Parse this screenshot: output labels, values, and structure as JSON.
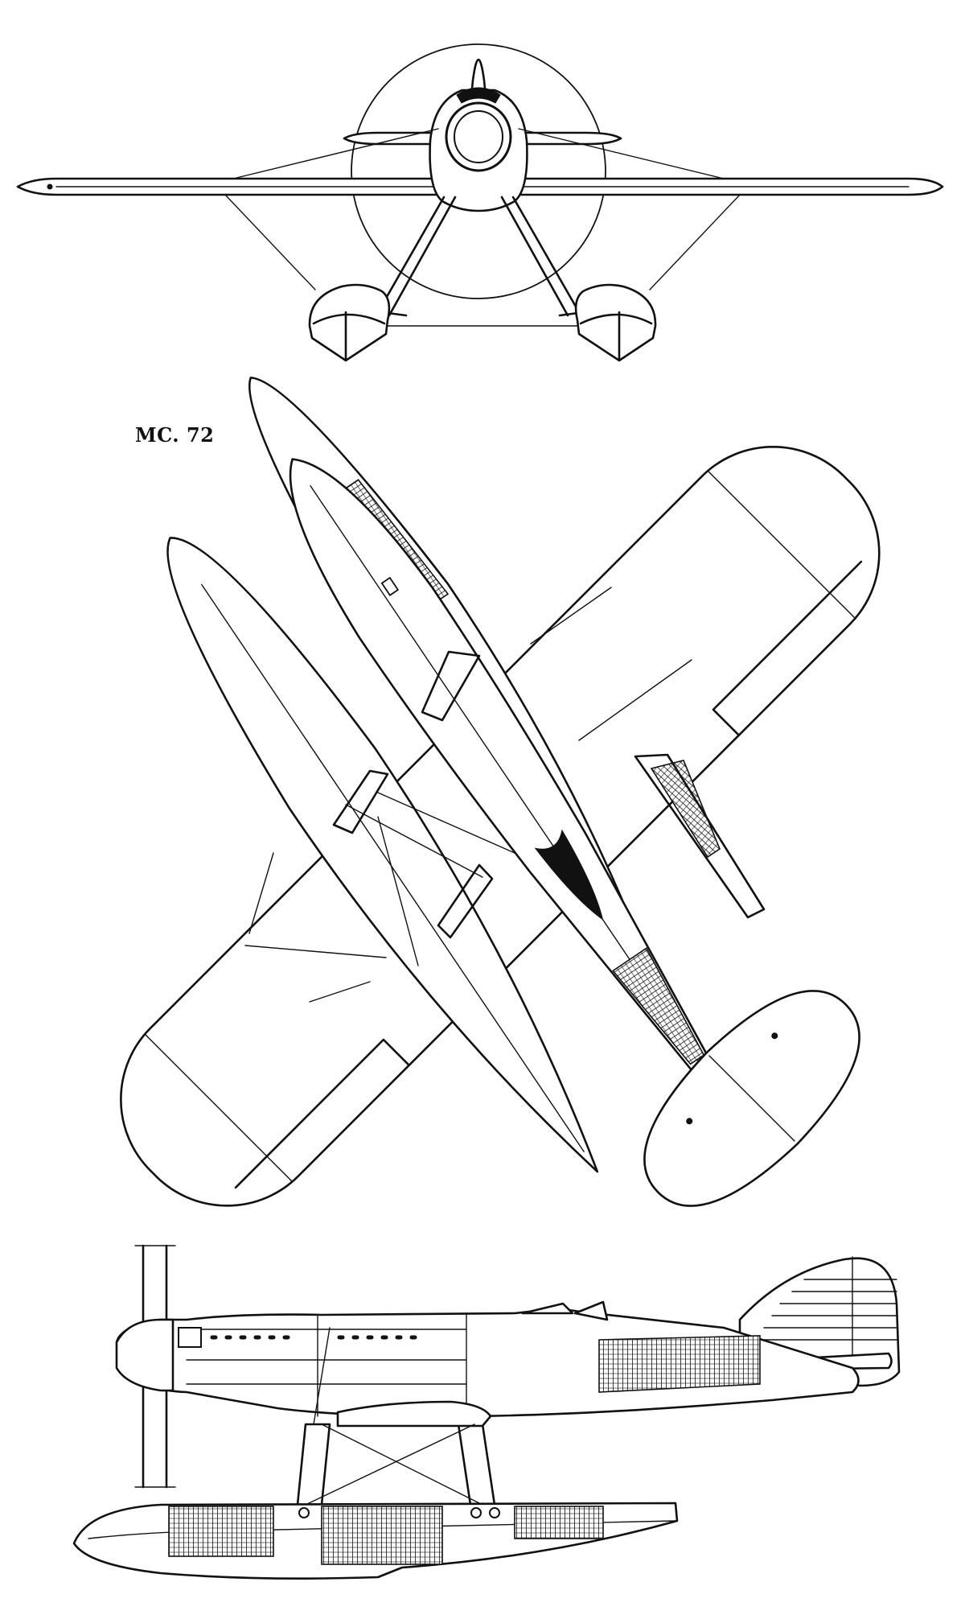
{
  "title": "MC. 72",
  "views": {
    "front": {
      "icon": "seaplane-front-view"
    },
    "plan": {
      "icon": "seaplane-plan-view"
    },
    "side": {
      "icon": "seaplane-side-view"
    }
  },
  "colors": {
    "ink": "#111111",
    "paper": "#ffffff"
  }
}
